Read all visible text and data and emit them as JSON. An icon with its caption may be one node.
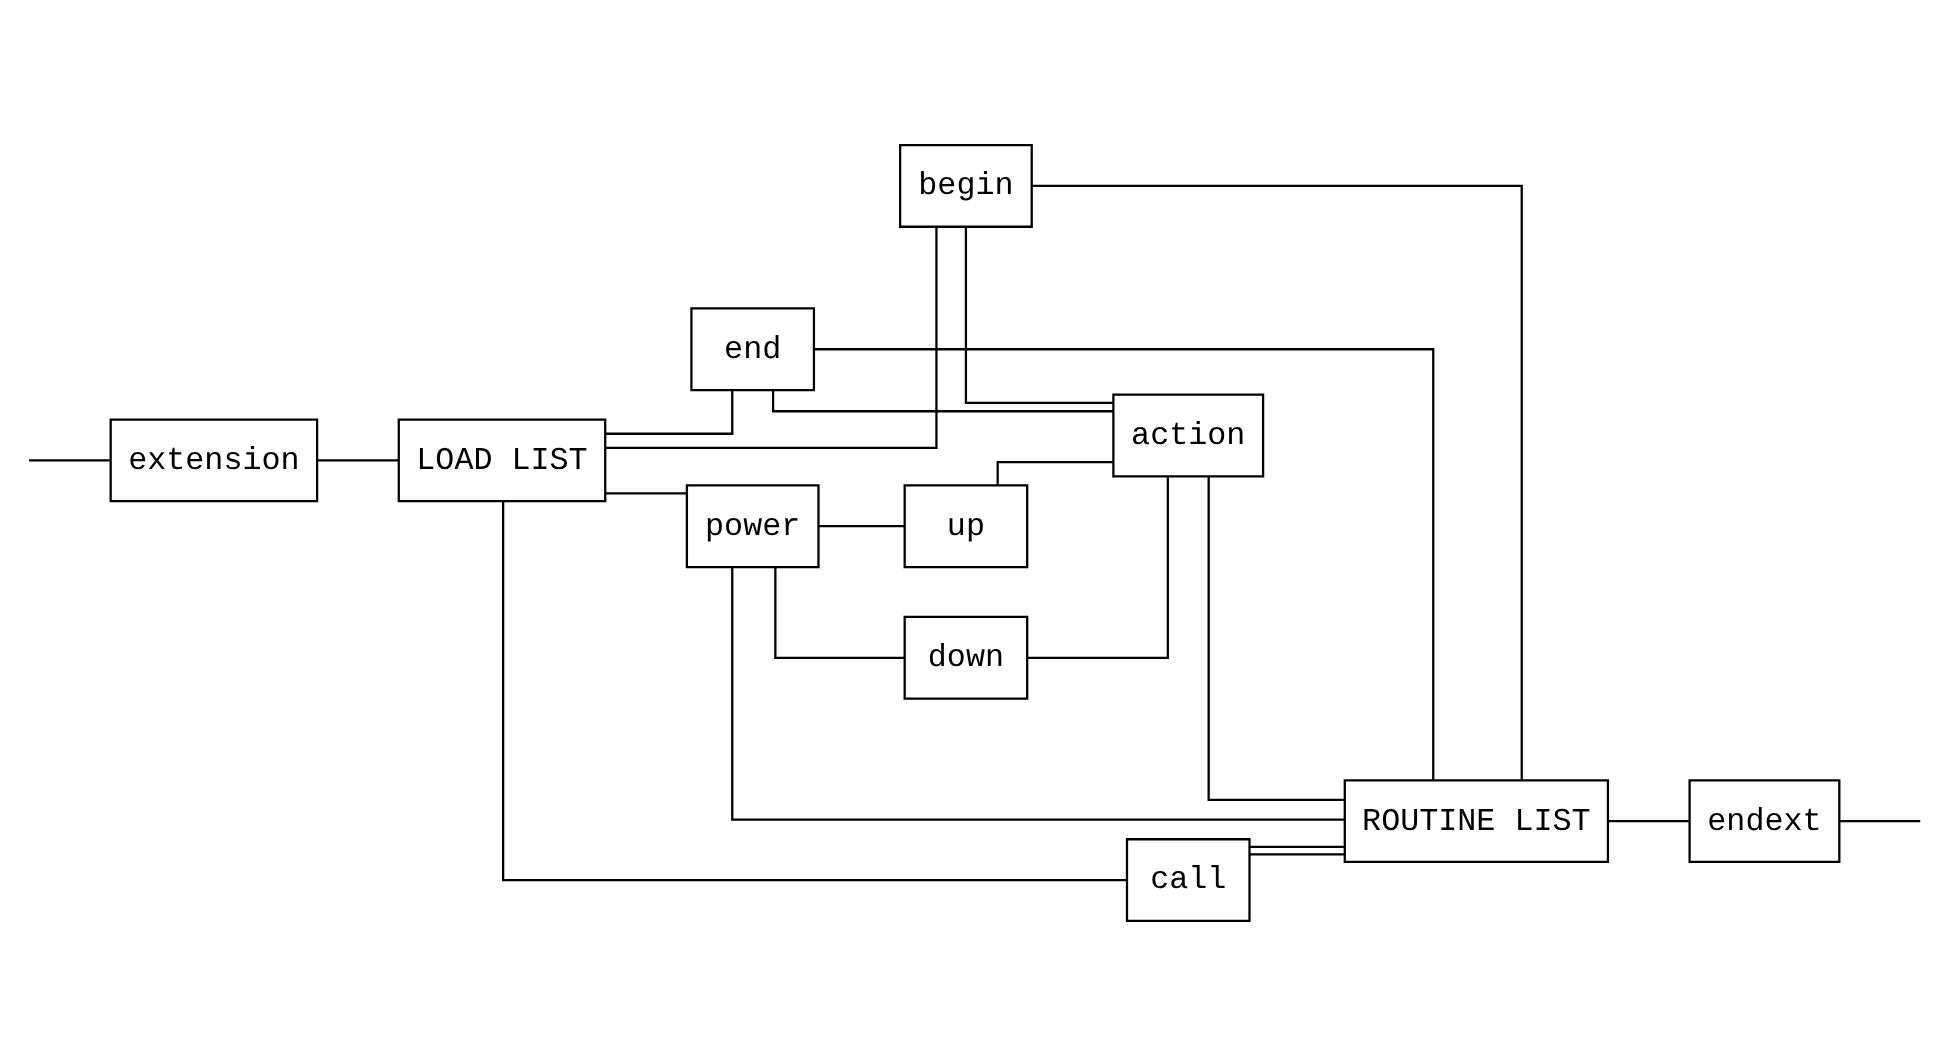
{
  "diagram": {
    "nodes": [
      {
        "text": [
          "extension"
        ]
      },
      {
        "text": [
          "LOAD LIST"
        ]
      },
      {
        "text": [
          "begin"
        ]
      },
      {
        "text": [
          "end"
        ]
      },
      {
        "text": [
          "power"
        ]
      },
      {
        "text": [
          "up"
        ]
      },
      {
        "text": [
          "down"
        ]
      },
      {
        "text": [
          "call"
        ]
      },
      {
        "text": [
          "action"
        ]
      },
      {
        "text": [
          "ROUTINE LIST"
        ]
      },
      {
        "text": [
          "endext"
        ]
      }
    ],
    "edges": [
      {
        "from": null,
        "to": 0,
        "arrow": "none"
      },
      {
        "from": 0,
        "to": 1,
        "arrow": "none"
      },
      {
        "from": 1,
        "to": 2,
        "arrow": "none"
      },
      {
        "from": 1,
        "to": 3,
        "arrow": "none"
      },
      {
        "from": 1,
        "to": 4,
        "arrow": "none"
      },
      {
        "from": 1,
        "to": 7,
        "arrow": "none"
      },
      {
        "from": 2,
        "to": 8,
        "arrow": "none"
      },
      {
        "from": 3,
        "to": 8,
        "arrow": "none"
      },
      {
        "from": 4,
        "to": 5,
        "arrow": "none"
      },
      {
        "from": 4,
        "to": 6,
        "arrow": "none"
      },
      {
        "from": 5,
        "to": 8,
        "arrow": "none"
      },
      {
        "from": 6,
        "to": 8,
        "arrow": "none"
      },
      {
        "from": 8,
        "to": 9,
        "arrow": "none"
      },
      {
        "from": 7,
        "to": 9,
        "arrow": "none"
      },
      {
        "from": 9,
        "to": 2,
        "arrow": "none"
      },
      {
        "from": 9,
        "to": 3,
        "arrow": "none"
      },
      {
        "from": 9,
        "to": 4,
        "arrow": "none"
      },
      {
        "from": 9,
        "to": 7,
        "arrow": "none"
      },
      {
        "from": 9,
        "to": 10,
        "arrow": "none"
      },
      {
        "from": 10,
        "to": null,
        "arrow": "none"
      }
    ]
  }
}
